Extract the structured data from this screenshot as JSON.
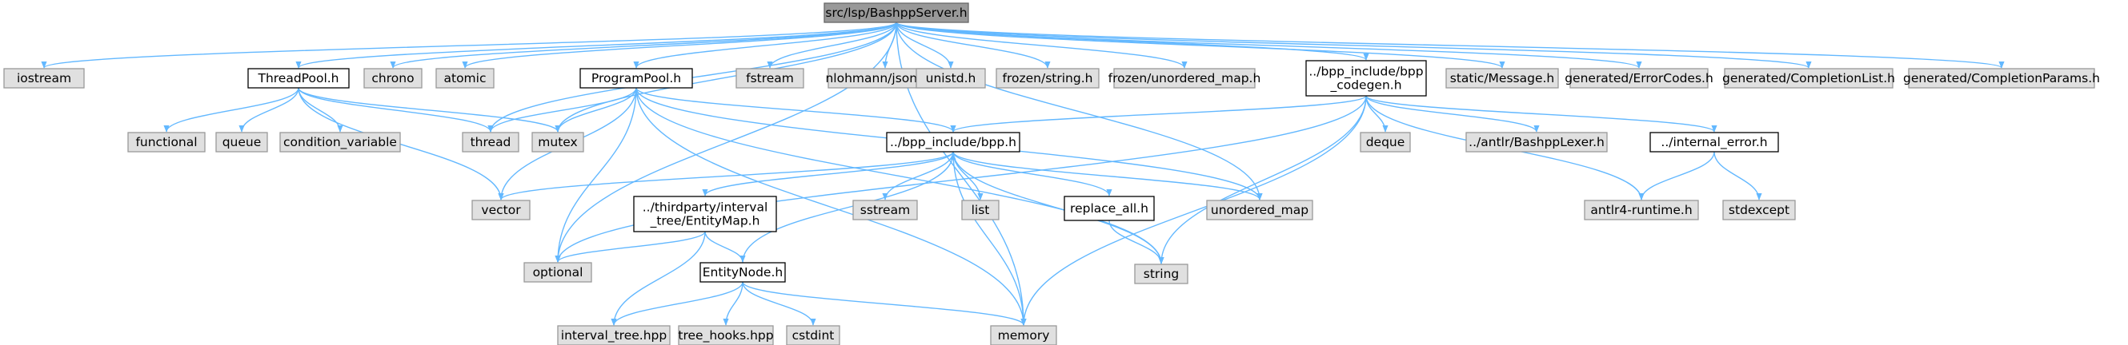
{
  "colors": {
    "edge": "#63b8ff",
    "root_fill": "#999999",
    "root_stroke": "#666666",
    "local_fill": "#ffffff",
    "local_stroke": "#000000",
    "system_fill": "#e0e0e0",
    "system_stroke": "#999999"
  },
  "nodes": [
    {
      "id": "root",
      "label": "src/lsp/BashppServer.h",
      "kind": "root"
    },
    {
      "id": "iostream",
      "label": "iostream",
      "kind": "system"
    },
    {
      "id": "threadpool",
      "label": "ThreadPool.h",
      "kind": "local"
    },
    {
      "id": "chrono",
      "label": "chrono",
      "kind": "system"
    },
    {
      "id": "atomic",
      "label": "atomic",
      "kind": "system"
    },
    {
      "id": "programpool",
      "label": "ProgramPool.h",
      "kind": "local"
    },
    {
      "id": "fstream",
      "label": "fstream",
      "kind": "system"
    },
    {
      "id": "json",
      "label": "nlohmann/json.hpp",
      "kind": "system"
    },
    {
      "id": "unistd",
      "label": "unistd.h",
      "kind": "system"
    },
    {
      "id": "frozenstring",
      "label": "frozen/string.h",
      "kind": "system"
    },
    {
      "id": "frozenmap",
      "label": "frozen/unordered_map.h",
      "kind": "system"
    },
    {
      "id": "codegen",
      "label": [
        "../bpp_include/bpp",
        "_codegen.h"
      ],
      "kind": "local"
    },
    {
      "id": "message",
      "label": "static/Message.h",
      "kind": "system"
    },
    {
      "id": "errorcodes",
      "label": "generated/ErrorCodes.h",
      "kind": "system"
    },
    {
      "id": "completionlist",
      "label": "generated/CompletionList.h",
      "kind": "system"
    },
    {
      "id": "completionparams",
      "label": "generated/CompletionParams.h",
      "kind": "system"
    },
    {
      "id": "functional",
      "label": "functional",
      "kind": "system"
    },
    {
      "id": "queue",
      "label": "queue",
      "kind": "system"
    },
    {
      "id": "condvar",
      "label": "condition_variable",
      "kind": "system"
    },
    {
      "id": "thread",
      "label": "thread",
      "kind": "system"
    },
    {
      "id": "mutex",
      "label": "mutex",
      "kind": "system"
    },
    {
      "id": "bpph",
      "label": "../bpp_include/bpp.h",
      "kind": "local"
    },
    {
      "id": "deque",
      "label": "deque",
      "kind": "system"
    },
    {
      "id": "lexer",
      "label": "../antlr/BashppLexer.h",
      "kind": "system"
    },
    {
      "id": "internalerror",
      "label": "../internal_error.h",
      "kind": "local"
    },
    {
      "id": "vector",
      "label": "vector",
      "kind": "system"
    },
    {
      "id": "entitymap",
      "label": [
        "../thirdparty/interval",
        "_tree/EntityMap.h"
      ],
      "kind": "local"
    },
    {
      "id": "sstream",
      "label": "sstream",
      "kind": "system"
    },
    {
      "id": "list",
      "label": "list",
      "kind": "system"
    },
    {
      "id": "replaceall",
      "label": "replace_all.h",
      "kind": "local"
    },
    {
      "id": "unorderedmap",
      "label": "unordered_map",
      "kind": "system"
    },
    {
      "id": "antlr4",
      "label": "antlr4-runtime.h",
      "kind": "system"
    },
    {
      "id": "stdexcept",
      "label": "stdexcept",
      "kind": "system"
    },
    {
      "id": "optional",
      "label": "optional",
      "kind": "system"
    },
    {
      "id": "entitynode",
      "label": "EntityNode.h",
      "kind": "local"
    },
    {
      "id": "string",
      "label": "string",
      "kind": "system"
    },
    {
      "id": "intervaltree",
      "label": "interval_tree.hpp",
      "kind": "system"
    },
    {
      "id": "treehooks",
      "label": "tree_hooks.hpp",
      "kind": "system"
    },
    {
      "id": "cstdint",
      "label": "cstdint",
      "kind": "system"
    },
    {
      "id": "memory",
      "label": "memory",
      "kind": "system"
    }
  ],
  "edges": [
    [
      "root",
      "iostream"
    ],
    [
      "root",
      "threadpool"
    ],
    [
      "root",
      "chrono"
    ],
    [
      "root",
      "atomic"
    ],
    [
      "root",
      "programpool"
    ],
    [
      "root",
      "fstream"
    ],
    [
      "root",
      "json"
    ],
    [
      "root",
      "unistd"
    ],
    [
      "root",
      "frozenstring"
    ],
    [
      "root",
      "frozenmap"
    ],
    [
      "root",
      "codegen"
    ],
    [
      "root",
      "message"
    ],
    [
      "root",
      "errorcodes"
    ],
    [
      "root",
      "completionlist"
    ],
    [
      "root",
      "completionparams"
    ],
    [
      "root",
      "thread"
    ],
    [
      "root",
      "mutex"
    ],
    [
      "root",
      "unorderedmap"
    ],
    [
      "root",
      "optional"
    ],
    [
      "root",
      "memory"
    ],
    [
      "threadpool",
      "functional"
    ],
    [
      "threadpool",
      "queue"
    ],
    [
      "threadpool",
      "condvar"
    ],
    [
      "threadpool",
      "thread"
    ],
    [
      "threadpool",
      "mutex"
    ],
    [
      "threadpool",
      "vector"
    ],
    [
      "programpool",
      "thread"
    ],
    [
      "programpool",
      "mutex"
    ],
    [
      "programpool",
      "vector"
    ],
    [
      "programpool",
      "optional"
    ],
    [
      "programpool",
      "bpph"
    ],
    [
      "programpool",
      "unorderedmap"
    ],
    [
      "programpool",
      "string"
    ],
    [
      "programpool",
      "memory"
    ],
    [
      "codegen",
      "bpph"
    ],
    [
      "codegen",
      "deque"
    ],
    [
      "codegen",
      "lexer"
    ],
    [
      "codegen",
      "internalerror"
    ],
    [
      "codegen",
      "antlr4"
    ],
    [
      "codegen",
      "optional"
    ],
    [
      "codegen",
      "string"
    ],
    [
      "codegen",
      "memory"
    ],
    [
      "bpph",
      "vector"
    ],
    [
      "bpph",
      "entitymap"
    ],
    [
      "bpph",
      "sstream"
    ],
    [
      "bpph",
      "list"
    ],
    [
      "bpph",
      "replaceall"
    ],
    [
      "bpph",
      "unorderedmap"
    ],
    [
      "bpph",
      "string"
    ],
    [
      "bpph",
      "memory"
    ],
    [
      "internalerror",
      "antlr4"
    ],
    [
      "internalerror",
      "stdexcept"
    ],
    [
      "entitymap",
      "optional"
    ],
    [
      "entitymap",
      "entitynode"
    ],
    [
      "entitymap",
      "intervaltree"
    ],
    [
      "entitynode",
      "bpph"
    ],
    [
      "entitynode",
      "intervaltree"
    ],
    [
      "entitynode",
      "treehooks"
    ],
    [
      "entitynode",
      "cstdint"
    ],
    [
      "entitynode",
      "memory"
    ],
    [
      "replaceall",
      "string"
    ]
  ]
}
